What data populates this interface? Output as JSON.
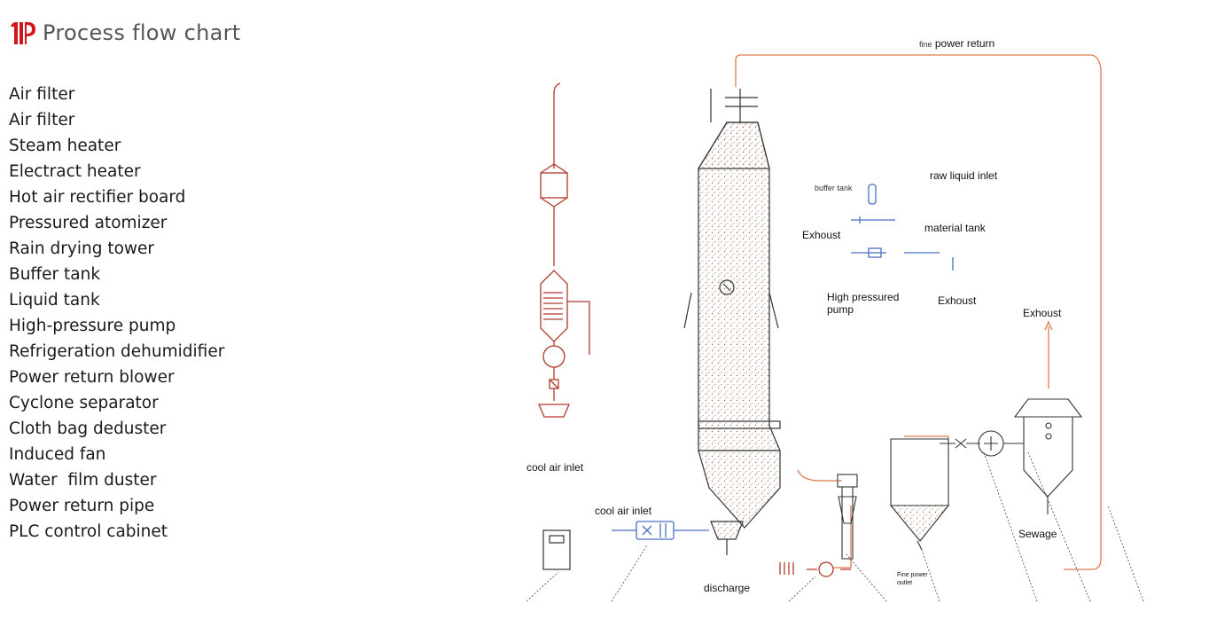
{
  "header": {
    "logo_icon": "company-logo-icon",
    "logo_color": "#d4141c",
    "title": "Process flow chart"
  },
  "legend": [
    "Air filter",
    "Air filter",
    "Steam heater",
    "Electract heater",
    "Hot air rectifier board",
    "Pressured atomizer",
    "Rain drying tower",
    "Buffer tank",
    "Liquid tank",
    "High-pressure pump",
    "Refrigeration dehumidifier",
    "Power return blower",
    "Cyclone separator",
    "Cloth bag deduster",
    "Induced fan",
    "Water  film duster",
    "Power return pipe",
    "PLC control cabinet"
  ],
  "diagram": {
    "labels": {
      "fine_power_return": "fine power return",
      "fine_prefix": "fine",
      "power_return_rest": "power return",
      "raw_liquid_inlet": "raw liquid inlet",
      "buffer_tank": "buffer tank",
      "material_tank": "material tank",
      "exhaust_1": "Exhoust",
      "exhaust_2": "Exhoust",
      "exhaust_3": "Exhoust",
      "high_pressured_pump": "High pressured\npump",
      "high_pressured": "High pressured",
      "pump": "pump",
      "cool_air_inlet_1": "cool air inlet",
      "cool_air_inlet_2": "cool air inlet",
      "discharge": "discharge",
      "fine_power_outlet_1": "Fine power",
      "fine_power_outlet_2": "outlet",
      "sewage": "Sewage"
    },
    "colors": {
      "air_line": "#b03a2e",
      "return_line": "#e07b4f",
      "liquid_line": "#4a6fc4",
      "equipment": "#333333"
    }
  }
}
